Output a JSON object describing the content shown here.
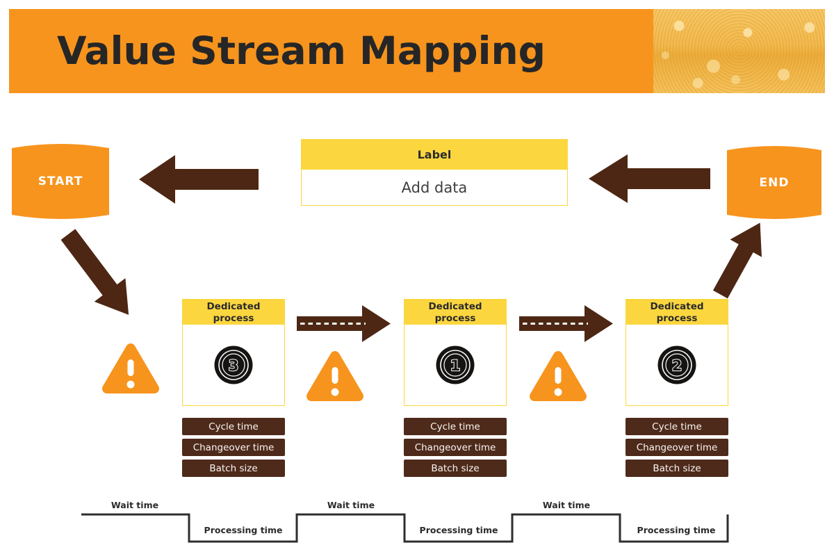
{
  "title": "Value Stream Mapping",
  "nodes": {
    "start": "START",
    "end": "END"
  },
  "label_box": {
    "header": "Label",
    "body": "Add data"
  },
  "process": {
    "header": "Dedicated process",
    "numbers": [
      "3",
      "1",
      "2"
    ]
  },
  "metrics": [
    "Cycle time",
    "Changeover time",
    "Batch size"
  ],
  "timeline": {
    "wait": "Wait time",
    "processing": "Processing time"
  },
  "colors": {
    "orange": "#F7941D",
    "yellow": "#FBD63F",
    "arrow_brown": "#4D2714",
    "pill_brown": "#4E2A1B",
    "ink": "#262627",
    "timeline_line": "#2E2E2E"
  }
}
